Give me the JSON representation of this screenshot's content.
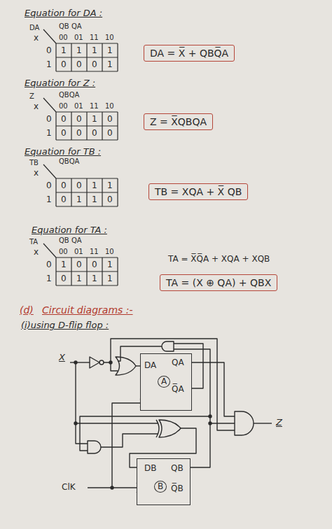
{
  "diagram": {
    "nodes": [
      {
        "text": [
          "DA = X̅ + QBQ̅A"
        ]
      },
      {
        "text": [
          "Z = X̅QBQA"
        ]
      },
      {
        "text": [
          "TB = XQA + X̅ QB"
        ]
      },
      {
        "text": [
          "TA = (X ⊕ QA) + QBX"
        ]
      },
      {
        "text": [
          "DA",
          "QA",
          "Q̅A",
          "A"
        ]
      },
      {
        "text": [
          "DB",
          "QB",
          "Q̅B",
          "B"
        ]
      }
    ],
    "labels": [
      "Equation for DA :",
      "DA",
      "QB QA",
      "x",
      "00",
      "01",
      "11",
      "10",
      "0",
      "1",
      "1",
      "1",
      "1",
      "1",
      "0",
      "0",
      "0",
      "1",
      "Equation for Z :",
      "Z",
      "QBQA",
      "x",
      "00",
      "01",
      "11",
      "10",
      "0",
      "1",
      "0",
      "0",
      "1",
      "0",
      "0",
      "0",
      "0",
      "0",
      "Equation for TB :",
      "TB",
      "QBQA",
      "x",
      "0",
      "1",
      "0",
      "0",
      "1",
      "1",
      "0",
      "1",
      "1",
      "0",
      "Equation for TA :",
      "TA",
      "QB QA",
      "x",
      "00",
      "01",
      "11",
      "10",
      "0",
      "1",
      "1",
      "0",
      "0",
      "1",
      "0",
      "1",
      "1",
      "1",
      "TA = X̅Q̅A + XQA + XQB",
      "(d)",
      "Circuit diagrams :-",
      "(i)using D-flip flop :",
      "X",
      "Z",
      "ClK"
    ]
  }
}
